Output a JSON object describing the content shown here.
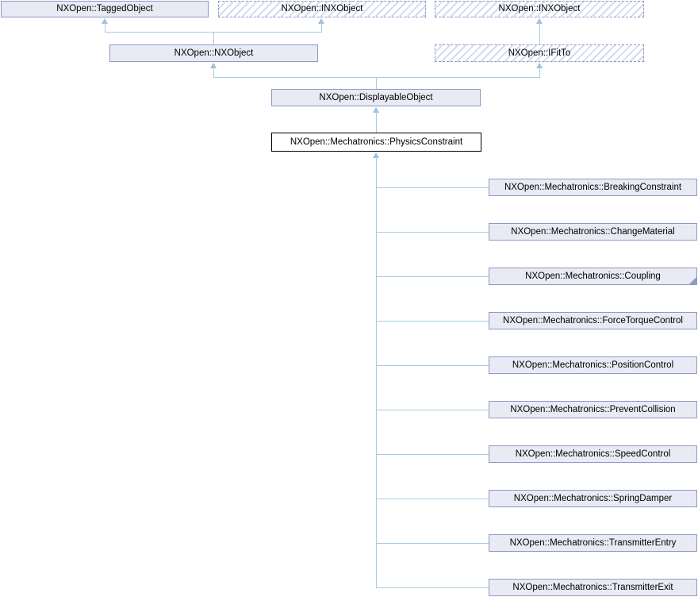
{
  "graph": {
    "type": "inheritance-diagram",
    "nodes": {
      "tagged_object": {
        "label": "NXOpen::TaggedObject"
      },
      "inx_object_1": {
        "label": "NXOpen::INXObject"
      },
      "inx_object_2": {
        "label": "NXOpen::INXObject"
      },
      "nx_object": {
        "label": "NXOpen::NXObject"
      },
      "ifitto": {
        "label": "NXOpen::IFitTo"
      },
      "displayable_object": {
        "label": "NXOpen::DisplayableObject"
      },
      "focus": {
        "label": "NXOpen::Mechatronics::PhysicsConstraint"
      }
    },
    "derived": [
      {
        "label": "NXOpen::Mechatronics::BreakingConstraint"
      },
      {
        "label": "NXOpen::Mechatronics::ChangeMaterial"
      },
      {
        "label": "NXOpen::Mechatronics::Coupling",
        "has_hidden_subclasses": true
      },
      {
        "label": "NXOpen::Mechatronics::ForceTorqueControl"
      },
      {
        "label": "NXOpen::Mechatronics::PositionControl"
      },
      {
        "label": "NXOpen::Mechatronics::PreventCollision"
      },
      {
        "label": "NXOpen::Mechatronics::SpeedControl"
      },
      {
        "label": "NXOpen::Mechatronics::SpringDamper"
      },
      {
        "label": "NXOpen::Mechatronics::TransmitterEntry"
      },
      {
        "label": "NXOpen::Mechatronics::TransmitterExit"
      }
    ],
    "colors": {
      "node_fill": "#e9eaf3",
      "node_border": "#8b9ac7",
      "focus_border": "#000000",
      "connector": "#a9cbe2",
      "hatch_stripe": "#d5dbec"
    }
  }
}
